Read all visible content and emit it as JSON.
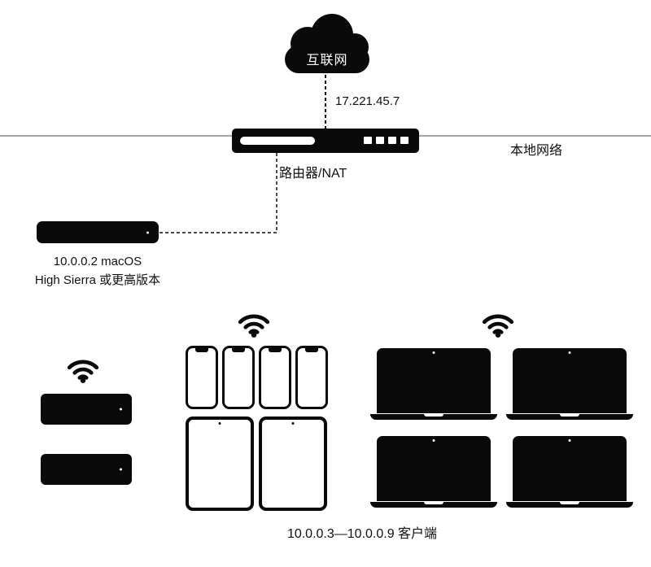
{
  "diagram": {
    "internet_label": "互联网",
    "public_ip": "17.221.45.7",
    "local_network_label": "本地网络",
    "router_label": "路由器/NAT",
    "server_label_line1": "10.0.0.2 macOS",
    "server_label_line2": "High Sierra 或更高版本",
    "clients_label": "10.0.0.3—10.0.0.9 客户端",
    "colors": {
      "device": "#0a0a0a",
      "network_line": "#a6a6a6",
      "background": "#ffffff",
      "text": "#111111"
    }
  }
}
